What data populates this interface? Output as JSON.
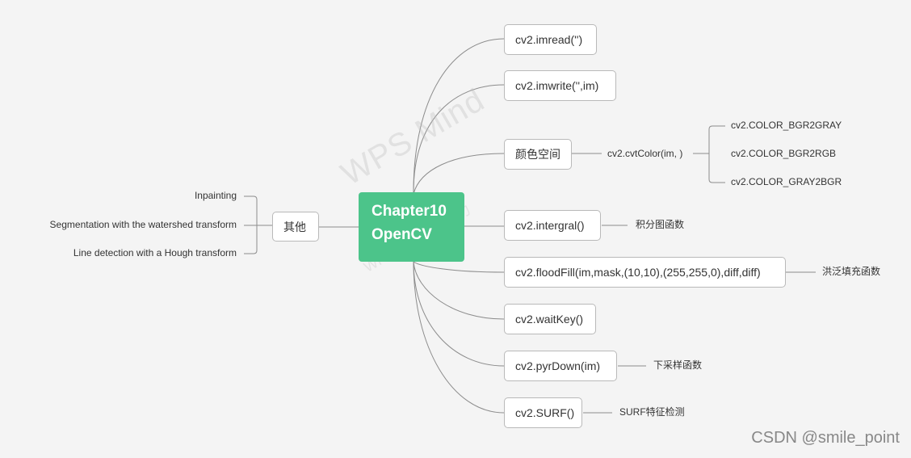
{
  "root": {
    "line1": "Chapter10",
    "line2": "OpenCV"
  },
  "right_branches": [
    {
      "label": "cv2.imread('')"
    },
    {
      "label": "cv2.imwrite('',im)"
    },
    {
      "label": "颜色空间"
    },
    {
      "label": "cv2.intergral()"
    },
    {
      "label": "cv2.floodFill(im,mask,(10,10),(255,255,0),diff,diff)"
    },
    {
      "label": "cv2.waitKey()"
    },
    {
      "label": "cv2.pyrDown(im)"
    },
    {
      "label": "cv2.SURF()"
    }
  ],
  "color_space": {
    "function": "cv2.cvtColor(im, )",
    "options": [
      "cv2.COLOR_BGR2GRAY",
      "cv2.COLOR_BGR2RGB",
      "cv2.COLOR_GRAY2BGR"
    ]
  },
  "notes": {
    "intergral": "积分图函数",
    "floodfill": "洪泛填充函数",
    "pyrdown": "下采样函数",
    "surf": "SURF特征检测"
  },
  "left_branch": {
    "label": "其他",
    "items": [
      "Inpainting",
      "Segmentation with the watershed transform",
      "Line detection with a Hough transform"
    ]
  },
  "watermark": {
    "line1": "WPS Mind",
    "line2": "WPS思维导图能力"
  },
  "credit": "CSDN @smile_point"
}
